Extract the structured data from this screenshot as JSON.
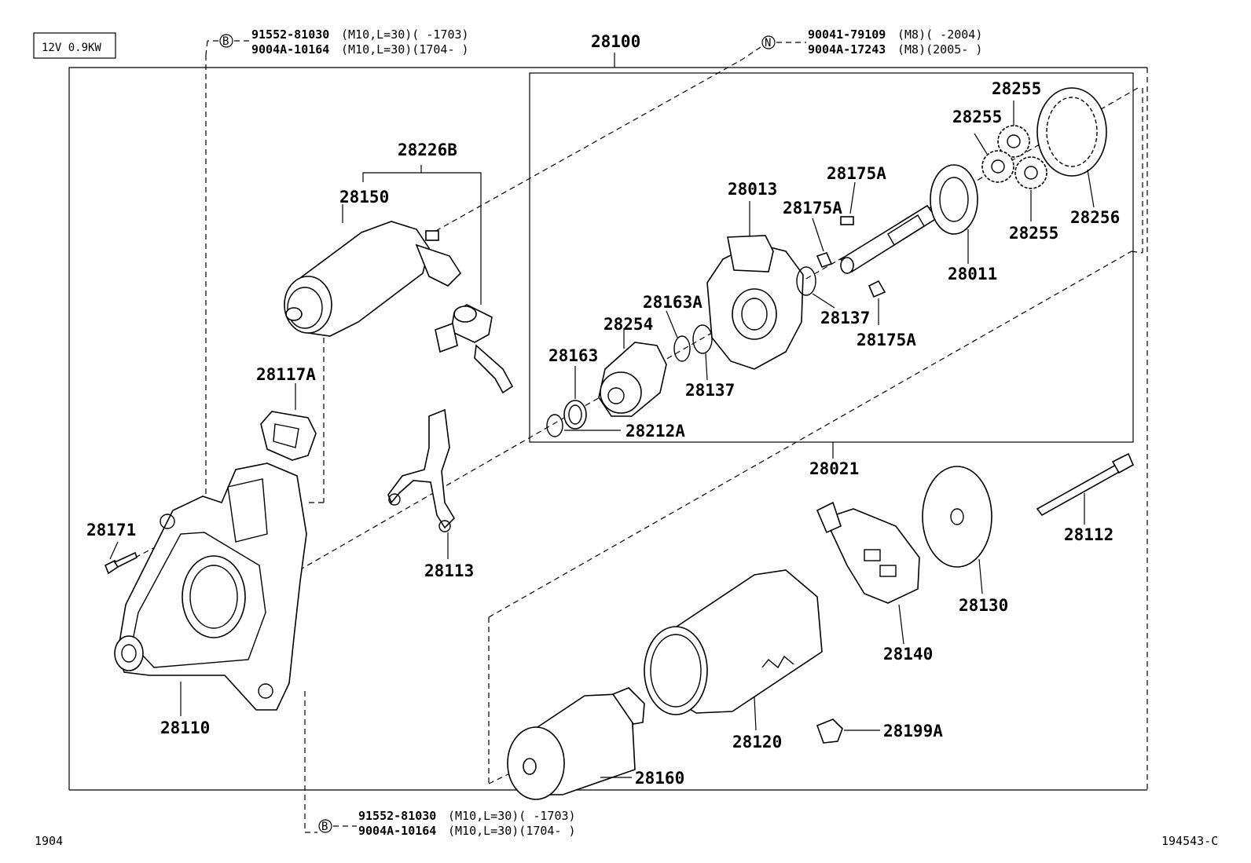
{
  "rating": "12V 0.9KW",
  "footer_left": "1904",
  "footer_right": "194543-C",
  "fasteners": {
    "b_top": {
      "symbol": "B",
      "line1_part": "91552-81030",
      "line1_spec": "(M10,L=30)(      -1703)",
      "line2_part": "9004A-10164",
      "line2_spec": "(M10,L=30)(1704-      )"
    },
    "n_top": {
      "symbol": "N",
      "line1_part": "90041-79109",
      "line1_spec": "(M8)(      -2004)",
      "line2_part": "9004A-17243",
      "line2_spec": "(M8)(2005-      )"
    },
    "b_bottom": {
      "symbol": "B",
      "line1_part": "91552-81030",
      "line1_spec": "(M10,L=30)(      -1703)",
      "line2_part": "9004A-10164",
      "line2_spec": "(M10,L=30)(1704-      )"
    }
  },
  "labels": {
    "p28100": "28100",
    "p28226B": "28226B",
    "p28150": "28150",
    "p28117A": "28117A",
    "p28171": "28171",
    "p28110": "28110",
    "p28113": "28113",
    "p28013": "28013",
    "p28175A_1": "28175A",
    "p28175A_2": "28175A",
    "p28175A_3": "28175A",
    "p28255_1": "28255",
    "p28255_2": "28255",
    "p28255_3": "28255",
    "p28256": "28256",
    "p28011": "28011",
    "p28137_1": "28137",
    "p28137_2": "28137",
    "p28163A": "28163A",
    "p28254": "28254",
    "p28163": "28163",
    "p28212A": "28212A",
    "p28021": "28021",
    "p28112": "28112",
    "p28130": "28130",
    "p28140": "28140",
    "p28120": "28120",
    "p28199A": "28199A",
    "p28160": "28160"
  }
}
